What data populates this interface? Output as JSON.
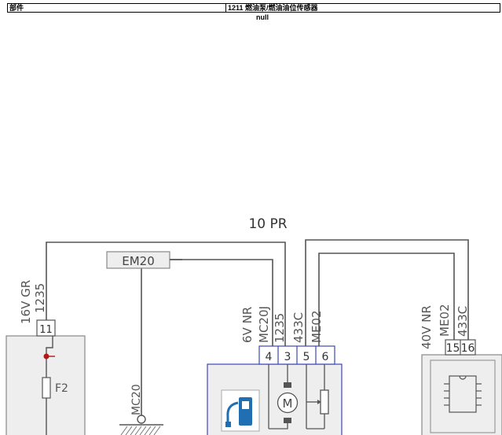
{
  "header": {
    "left_label": "部件",
    "right_label": "1211 燃油泵/燃油油位传感器"
  },
  "subtitle": "null",
  "harness_label": "10 PR",
  "connector_em20": "EM20",
  "ground_label": "MC20",
  "fuse_box": {
    "pin": "11",
    "fuse_label": "F2",
    "connector_label": "16V GR",
    "wire": "1235"
  },
  "pump_module": {
    "connector_label": "6V NR",
    "wires": [
      "MC20J",
      "1235",
      "433C",
      "ME02"
    ],
    "pins": [
      "4",
      "3",
      "5",
      "6"
    ],
    "motor_symbol": "M"
  },
  "ecu": {
    "connector_label": "40V NR",
    "wires": [
      "ME02",
      "433C"
    ],
    "pins": [
      "15",
      "16"
    ]
  },
  "colors": {
    "wire": "#555555",
    "component_fill": "#eeeeee",
    "component_stroke": "#888888",
    "pin_blue": "#3c46b4",
    "pump_icon": "#1f6fb2",
    "splice_dot": "#b01818"
  }
}
